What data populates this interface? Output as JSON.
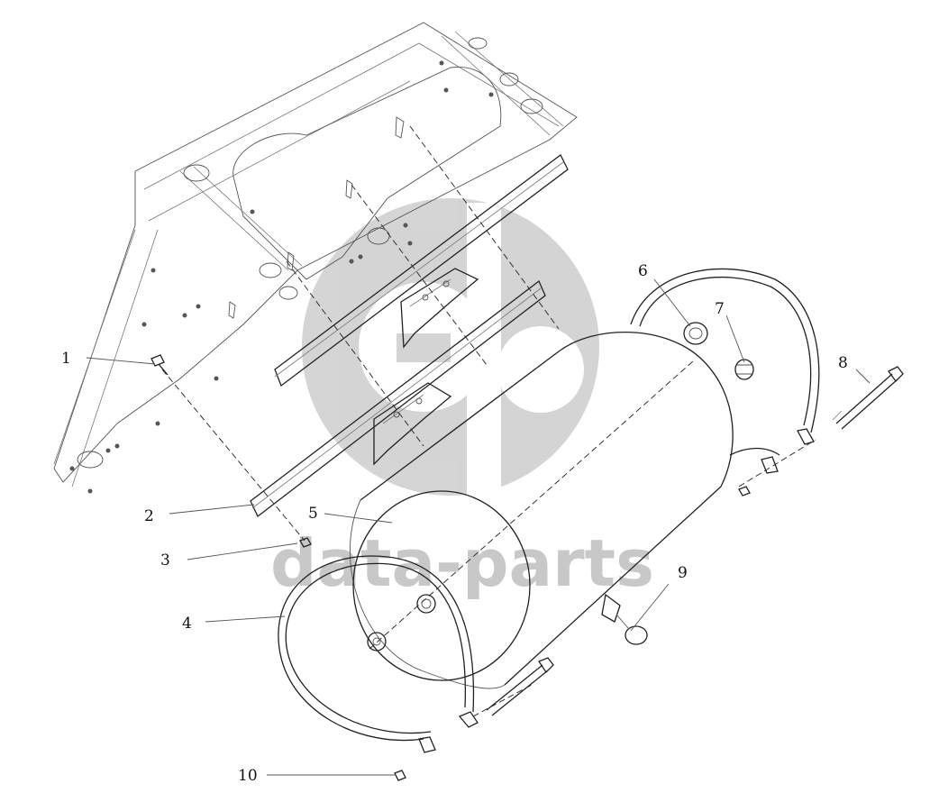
{
  "watermark": {
    "text": "data-parts",
    "color": "#c8c8c8"
  },
  "callouts": [
    {
      "id": "1",
      "label": "1"
    },
    {
      "id": "2",
      "label": "2"
    },
    {
      "id": "3",
      "label": "3"
    },
    {
      "id": "4",
      "label": "4"
    },
    {
      "id": "5",
      "label": "5"
    },
    {
      "id": "6",
      "label": "6"
    },
    {
      "id": "7",
      "label": "7"
    },
    {
      "id": "8",
      "label": "8"
    },
    {
      "id": "9",
      "label": "9"
    },
    {
      "id": "10",
      "label": "10"
    }
  ]
}
